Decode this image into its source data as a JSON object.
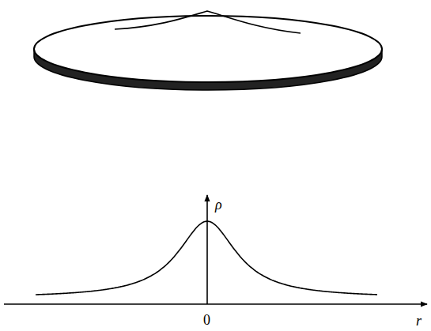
{
  "diagram": {
    "labels": [
      "ρ",
      "0",
      "r"
    ]
  }
}
